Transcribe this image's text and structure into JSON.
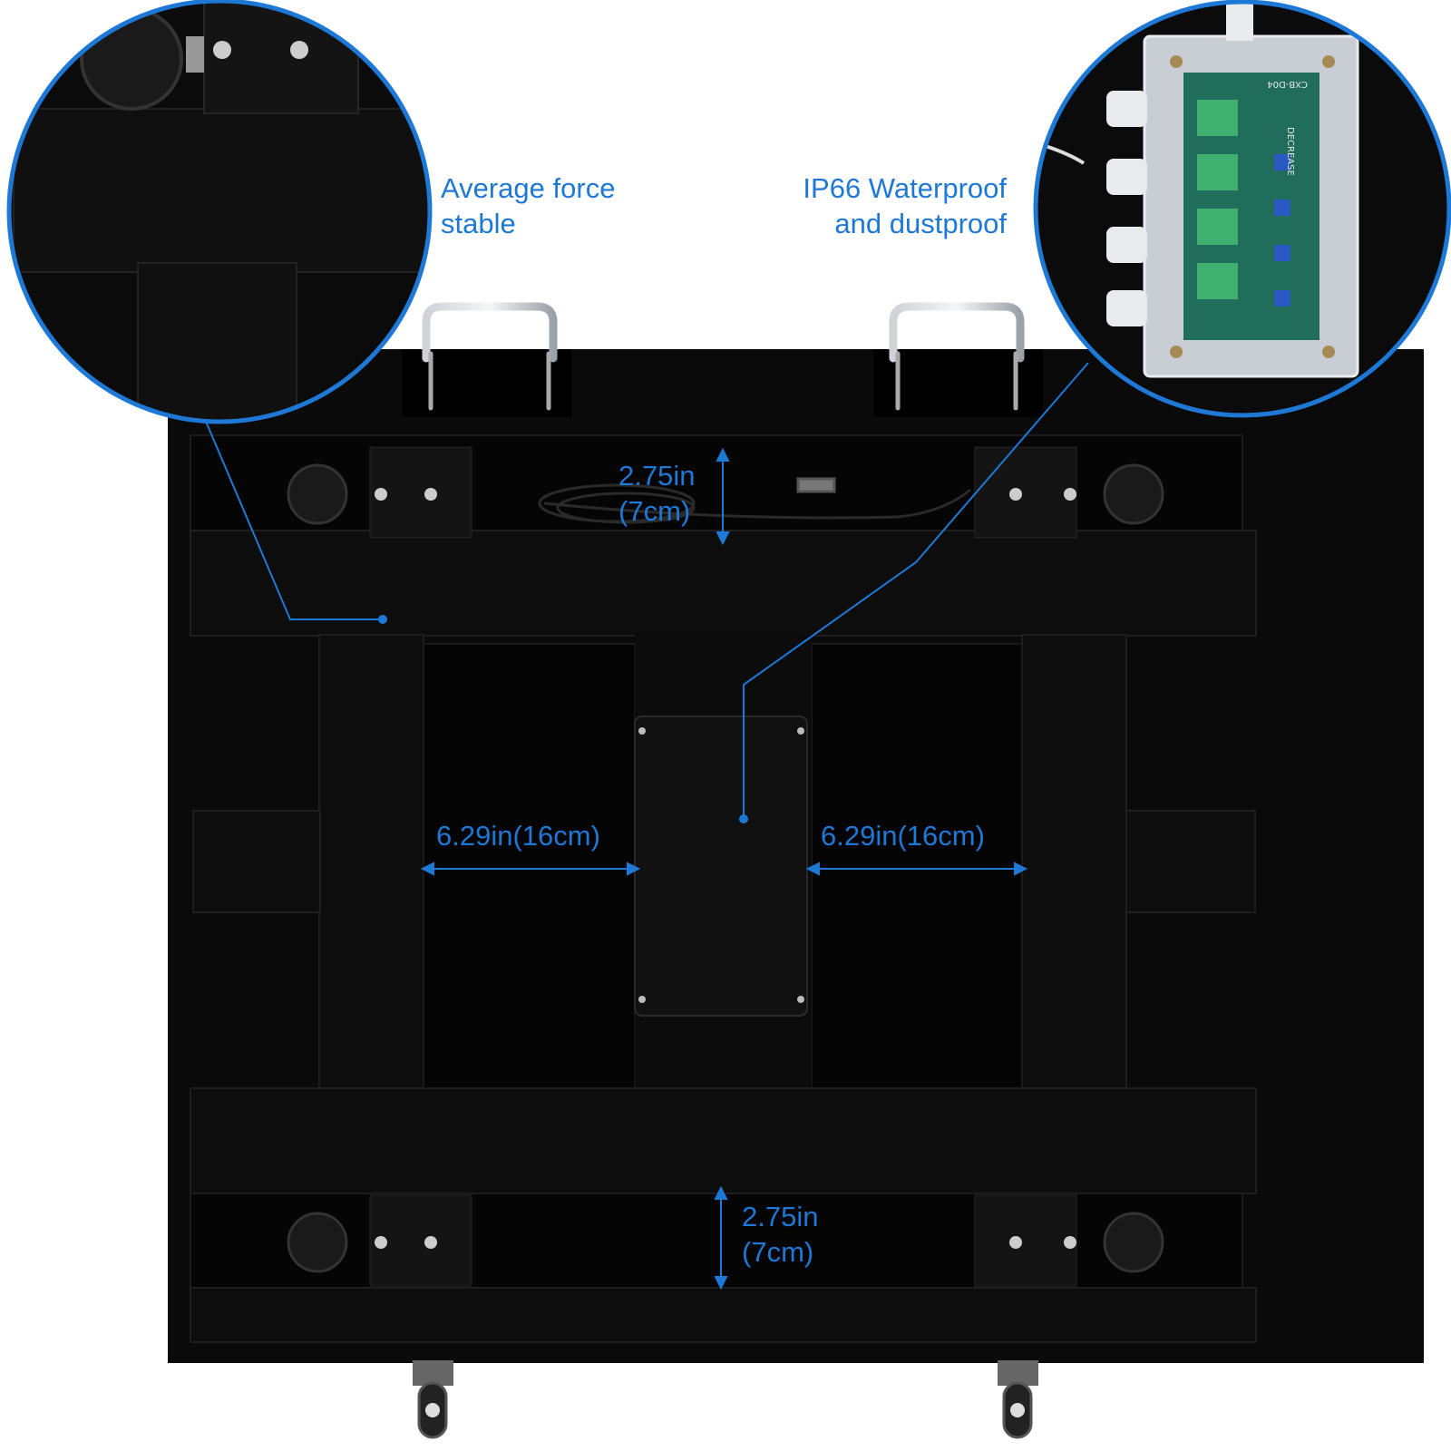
{
  "callouts": {
    "left": {
      "line1": "Average force",
      "line2": "stable"
    },
    "right": {
      "line1": "IP66 Waterproof",
      "line2": "and dustproof"
    }
  },
  "dimensions": {
    "top_gap": {
      "line1": "2.75in",
      "line2": "(7cm)"
    },
    "bottom_gap": {
      "line1": "2.75in",
      "line2": "(7cm)"
    },
    "left_width": "6.29in(16cm)",
    "right_width": "6.29in(16cm)"
  },
  "colors": {
    "accent": "#1e78d6",
    "frame": "#0a0a0a",
    "frame_edge": "#1c1c1c",
    "background": "#ffffff"
  },
  "junction_box": {
    "board_label": "CXB-D04",
    "board_text": "DECREASE"
  }
}
